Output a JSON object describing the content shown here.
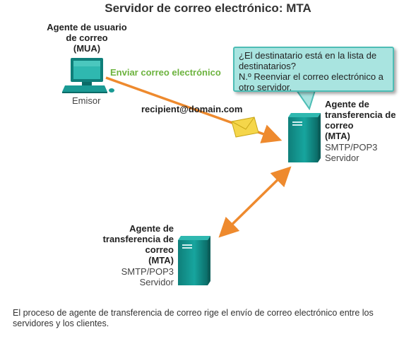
{
  "title": "Servidor de correo electrónico: MTA",
  "mua": {
    "label_lines": [
      "Agente de usuario",
      "de correo",
      "(MUA)"
    ],
    "role": "Emisor"
  },
  "send_label": "Enviar correo electrónico",
  "address_label": "recipient@domain.com",
  "callout": {
    "lines": [
      "¿El destinatario está en la lista de",
      "destinatarios?",
      "N.º Reenviar el correo electrónico a",
      "otro servidor."
    ]
  },
  "mta_right": {
    "label_lines": [
      "Agente de",
      "transferencia de",
      "correo",
      "(MTA)"
    ],
    "protocol": "SMTP/POP3",
    "role": "Servidor"
  },
  "mta_left": {
    "label_lines": [
      "Agente de",
      "transferencia de",
      "correo",
      "(MTA)"
    ],
    "protocol": "SMTP/POP3",
    "role": "Servidor"
  },
  "caption_lines": [
    "El proceso de agente de transferencia de correo rige el envío de correo electrónico entre los",
    "servidores y los clientes."
  ],
  "colors": {
    "arrow": "#ee8a2e",
    "server_body": "#118f8a",
    "server_dark": "#0b6b67",
    "callout_bg": "#a9e4e0",
    "send_label": "#6cb33e"
  }
}
